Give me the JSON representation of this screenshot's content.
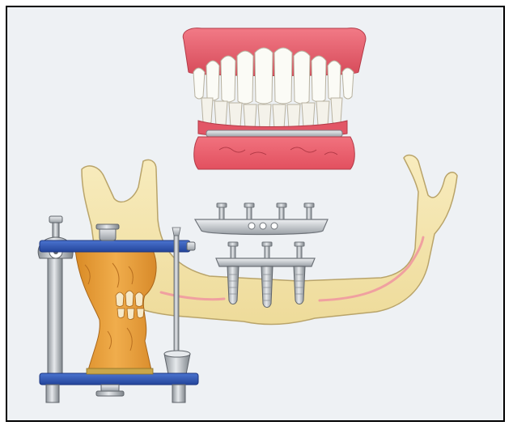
{
  "figure": {
    "kind": "dental implant bar / articulator illustration",
    "colors": {
      "background": "#eef1f4",
      "border": "#000000",
      "gum": "#e8606b",
      "gum_dark": "#c8404e",
      "tooth": "#fbfbf6",
      "bone": "#f6e7b0",
      "bone_edge": "#b9a46a",
      "nerve": "#f0a0a0",
      "metal": "#c9cdd1",
      "metal_dark": "#6f747a",
      "articulator_blue": "#2f56b4",
      "plaster": "#e9a23a"
    },
    "components": [
      "denture-model",
      "mandible-bone",
      "superstructure-bar",
      "implant-bar",
      "dental-implants",
      "articulator",
      "plaster-cast",
      "analog-cup"
    ]
  }
}
